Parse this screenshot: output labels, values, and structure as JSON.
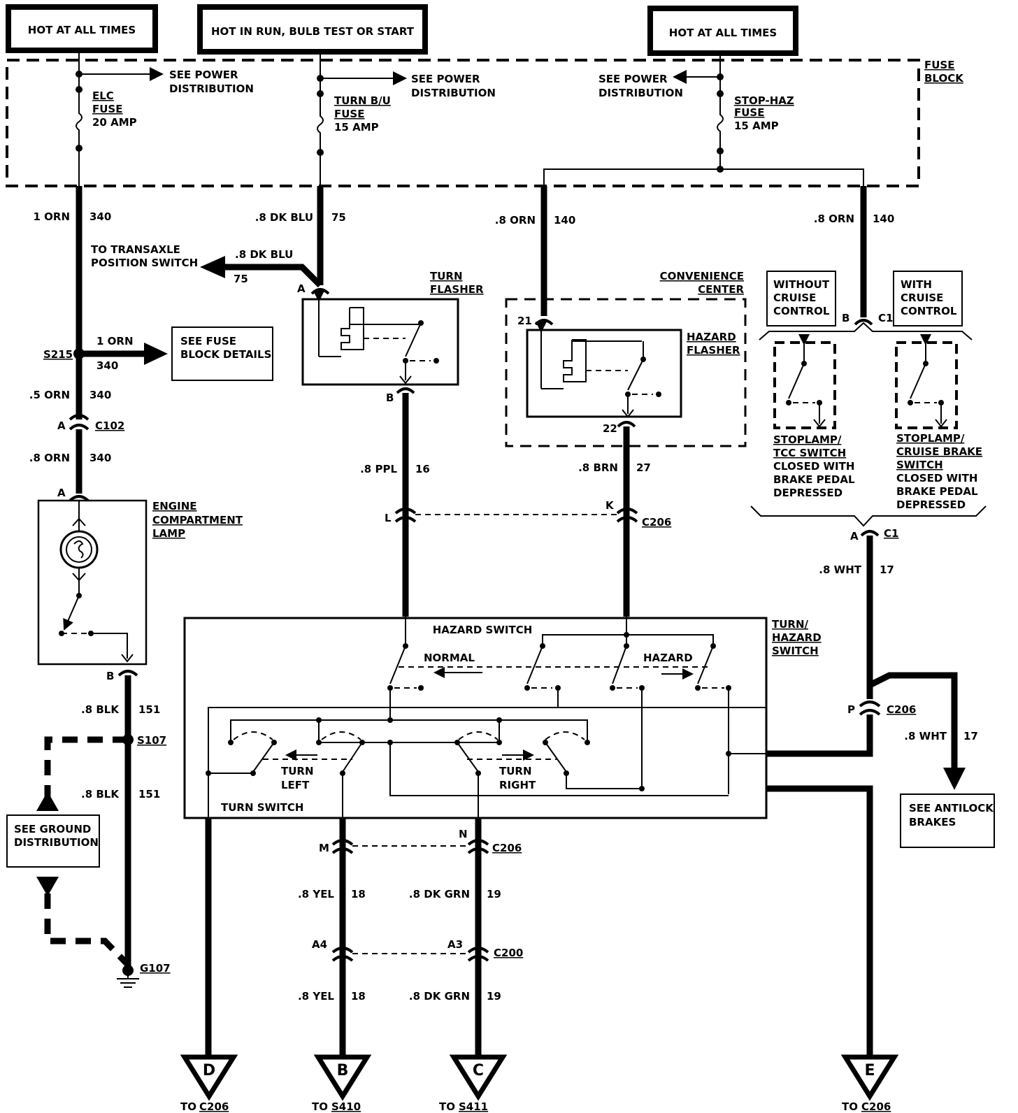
{
  "headers": {
    "left": "HOT AT ALL TIMES",
    "middle": "HOT IN RUN, BULB TEST OR START",
    "right": "HOT AT ALL TIMES"
  },
  "fuse_block": {
    "label_1": "FUSE",
    "label_2": "BLOCK",
    "see_power_a1": "SEE POWER",
    "see_power_a2": "DISTRIBUTION",
    "see_power_b1": "SEE POWER",
    "see_power_b2": "DISTRIBUTION",
    "see_power_c1": "SEE POWER",
    "see_power_c2": "DISTRIBUTION",
    "elc_1": "ELC",
    "elc_2": "FUSE",
    "elc_3": "20 AMP",
    "turn_1": "TURN B/U",
    "turn_2": "FUSE",
    "turn_3": "15 AMP",
    "stop_1": "STOP-HAZ",
    "stop_2": "FUSE",
    "stop_3": "15 AMP"
  },
  "wires": {
    "w1_gauge": "1 ORN",
    "w1_circuit": "340",
    "w2_gauge": ".8 DK BLU",
    "w2_circuit": "75",
    "w3_gauge": ".8 ORN",
    "w3_circuit": "140",
    "w4_gauge": ".8 ORN",
    "w4_circuit": "140",
    "w5_gauge": ".8 DK BLU",
    "w5_circuit": "75",
    "w6_gauge": "1 ORN",
    "w6_circuit": "340",
    "w7_gauge": ".5 ORN",
    "w7_circuit": "340",
    "w8_gauge": ".8 ORN",
    "w8_circuit": "340",
    "w9_gauge": ".8 PPL",
    "w9_circuit": "16",
    "w10_gauge": ".8 BRN",
    "w10_circuit": "27",
    "w11_gauge": ".8 WHT",
    "w11_circuit": "17",
    "w12_gauge": ".8 BLK",
    "w12_circuit": "151",
    "w13_gauge": ".8 BLK",
    "w13_circuit": "151",
    "w14_gauge": ".8 WHT",
    "w14_circuit": "17",
    "w15_gauge": ".8 YEL",
    "w15_circuit": "18",
    "w16_gauge": ".8 DK GRN",
    "w16_circuit": "19",
    "w17_gauge": ".8 YEL",
    "w17_circuit": "18",
    "w18_gauge": ".8 DK GRN",
    "w18_circuit": "19"
  },
  "labels": {
    "to_transaxle_1": "TO TRANSAXLE",
    "to_transaxle_2": "POSITION SWITCH",
    "s215": "S215",
    "see_fuse_1": "SEE FUSE",
    "see_fuse_2": "BLOCK DETAILS",
    "c102": "C102",
    "pin_a1": "A",
    "pin_a2": "A",
    "pin_a3": "A",
    "pin_a4": "A",
    "pin_b1": "B",
    "pin_b2": "B",
    "pin_b3": "B",
    "pin_c1": "C1",
    "pin_c1b": "C1",
    "pin_21": "21",
    "pin_22": "22",
    "pin_l": "L",
    "pin_k": "K",
    "pin_p": "P",
    "pin_m": "M",
    "pin_n": "N",
    "pin_a4c": "A4",
    "pin_a3c": "A3",
    "c206_1": "C206",
    "c206_2": "C206",
    "c206_3": "C206",
    "c200": "C200",
    "engine_1": "ENGINE",
    "engine_2": "COMPARTMENT",
    "engine_3": "LAMP",
    "turn_flasher_1": "TURN",
    "turn_flasher_2": "FLASHER",
    "conv_1": "CONVENIENCE",
    "conv_2": "CENTER",
    "hazard_flasher_1": "HAZARD",
    "hazard_flasher_2": "FLASHER",
    "without_1": "WITHOUT",
    "without_2": "CRUISE",
    "without_3": "CONTROL",
    "with_1": "WITH",
    "with_2": "CRUISE",
    "with_3": "CONTROL",
    "stop_tcc_1": "STOPLAMP/",
    "stop_tcc_2": "TCC SWITCH",
    "stop_tcc_3": "CLOSED WITH",
    "stop_tcc_4": "BRAKE PEDAL",
    "stop_tcc_5": "DEPRESSED",
    "stop_cruise_1": "STOPLAMP/",
    "stop_cruise_2": "CRUISE BRAKE",
    "stop_cruise_3": "SWITCH",
    "stop_cruise_4": "CLOSED WITH",
    "stop_cruise_5": "BRAKE PEDAL",
    "stop_cruise_6": "DEPRESSED",
    "s107": "S107",
    "g107": "G107",
    "see_ground_1": "SEE GROUND",
    "see_ground_2": "DISTRIBUTION",
    "hazard_switch": "HAZARD  SWITCH",
    "normal": "NORMAL",
    "hazard": "HAZARD",
    "turn_hazard_1": "TURN/",
    "turn_hazard_2": "HAZARD",
    "turn_hazard_3": "SWITCH",
    "turn_left_1": "TURN",
    "turn_left_2": "LEFT",
    "turn_right_1": "TURN",
    "turn_right_2": "RIGHT",
    "turn_switch": "TURN SWITCH",
    "see_abs_1": "SEE ANTILOCK",
    "see_abs_2": "BRAKES"
  },
  "offpage": {
    "d_letter": "D",
    "d_to": "TO",
    "d_ref": "C206",
    "b_letter": "B",
    "b_to": "TO",
    "b_ref": "S410",
    "c_letter": "C",
    "c_to": "TO",
    "c_ref": "S411",
    "e_letter": "E",
    "e_to": "TO",
    "e_ref": "C206"
  }
}
